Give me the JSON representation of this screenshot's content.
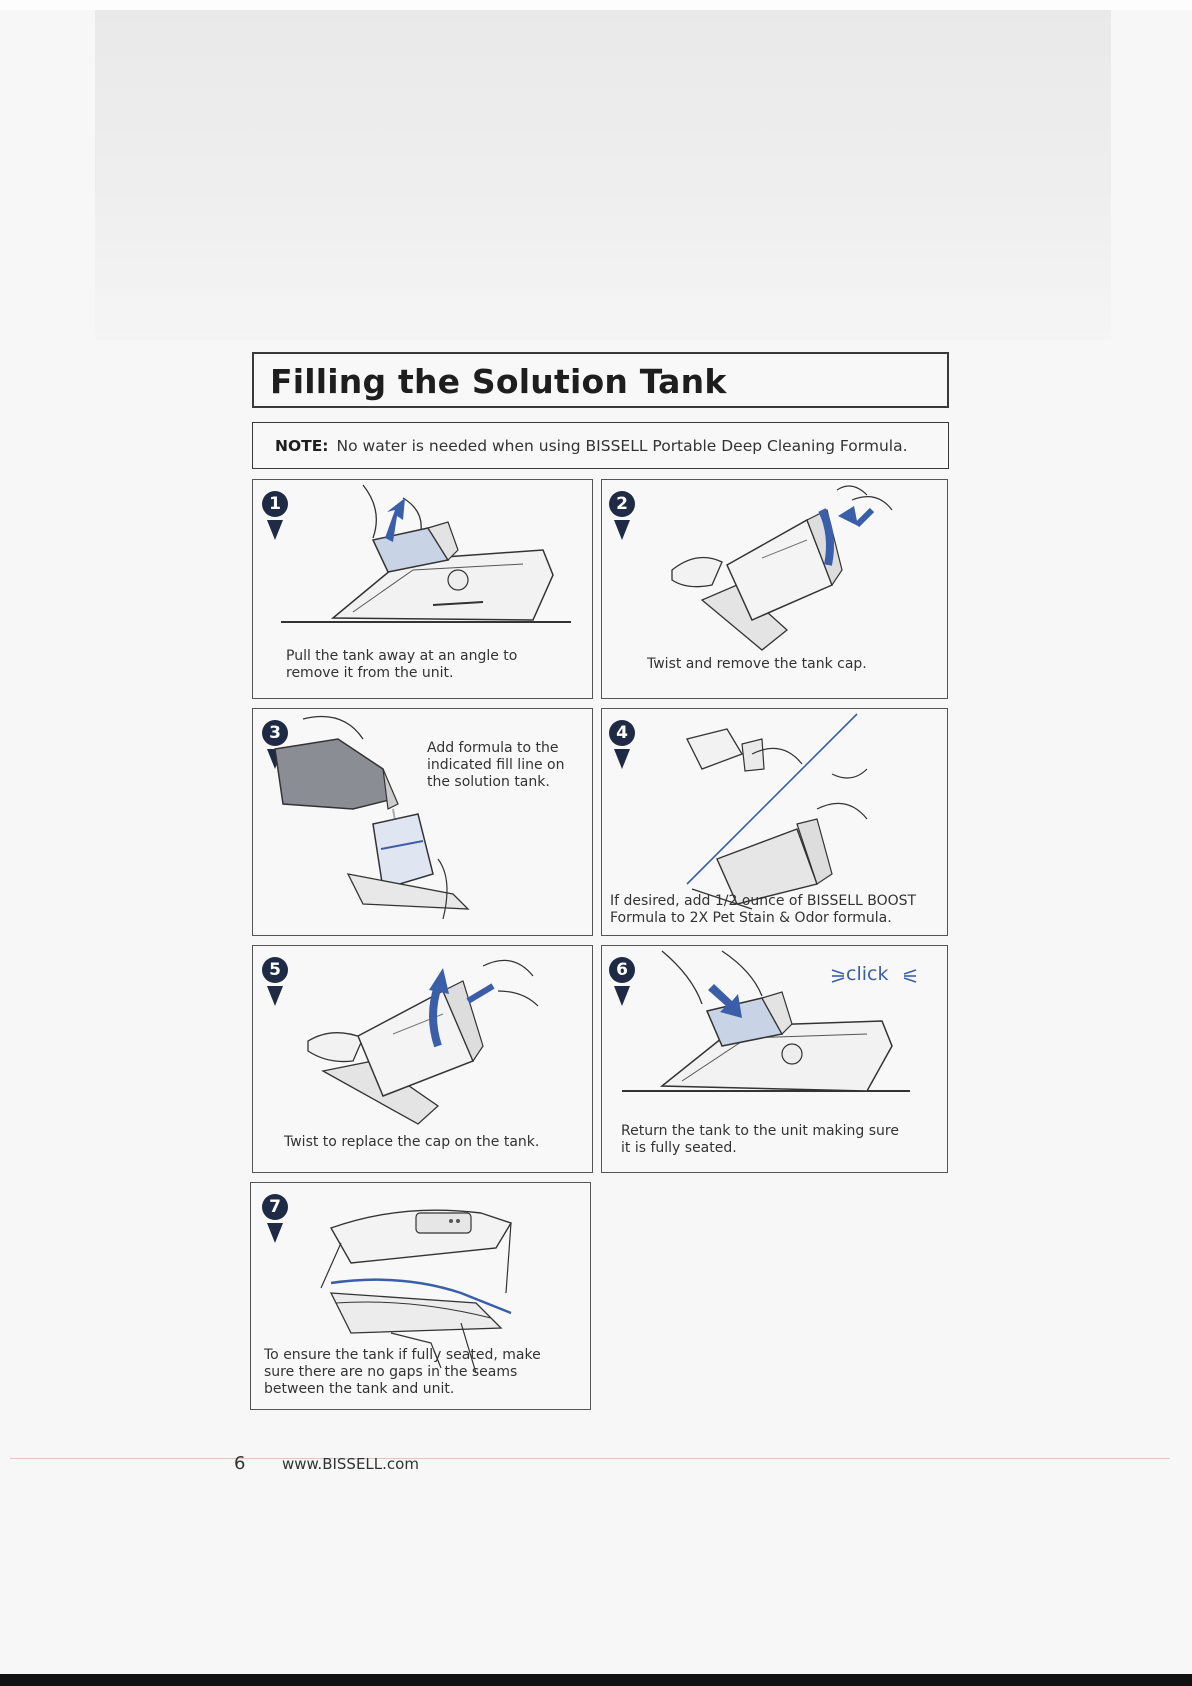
{
  "title": "Filling the Solution Tank",
  "note": {
    "label": "NOTE:",
    "text": "No water is needed when using BISSELL Portable Deep Cleaning Formula."
  },
  "steps": [
    {
      "number": "1",
      "caption_line1": "Pull the tank away at an angle to",
      "caption_line2": "remove it from the unit."
    },
    {
      "number": "2",
      "caption_line1": "Twist and remove the tank cap."
    },
    {
      "number": "3",
      "caption_line1": "Add formula to the",
      "caption_line2": "indicated fill line on",
      "caption_line3": "the solution tank."
    },
    {
      "number": "4",
      "caption_line1": "If desired, add 1/2 ounce of BISSELL BOOST",
      "caption_line2": "Formula to 2X Pet Stain & Odor formula."
    },
    {
      "number": "5",
      "caption_line1": "Twist to replace the cap on the tank."
    },
    {
      "number": "6",
      "caption_line1": "Return the tank to the unit making sure",
      "caption_line2": "it is fully seated.",
      "sound": "click"
    },
    {
      "number": "7",
      "caption_line1": "To ensure the tank if fully seated, make",
      "caption_line2": "sure there are no gaps in the seams",
      "caption_line3": "between the tank and unit."
    }
  ],
  "footer": {
    "page_number": "6",
    "website": "www.BISSELL.com"
  },
  "colors": {
    "accent_blue": "#3a5fa8",
    "badge_navy": "#1f2a44",
    "text": "#2a2a2a"
  }
}
